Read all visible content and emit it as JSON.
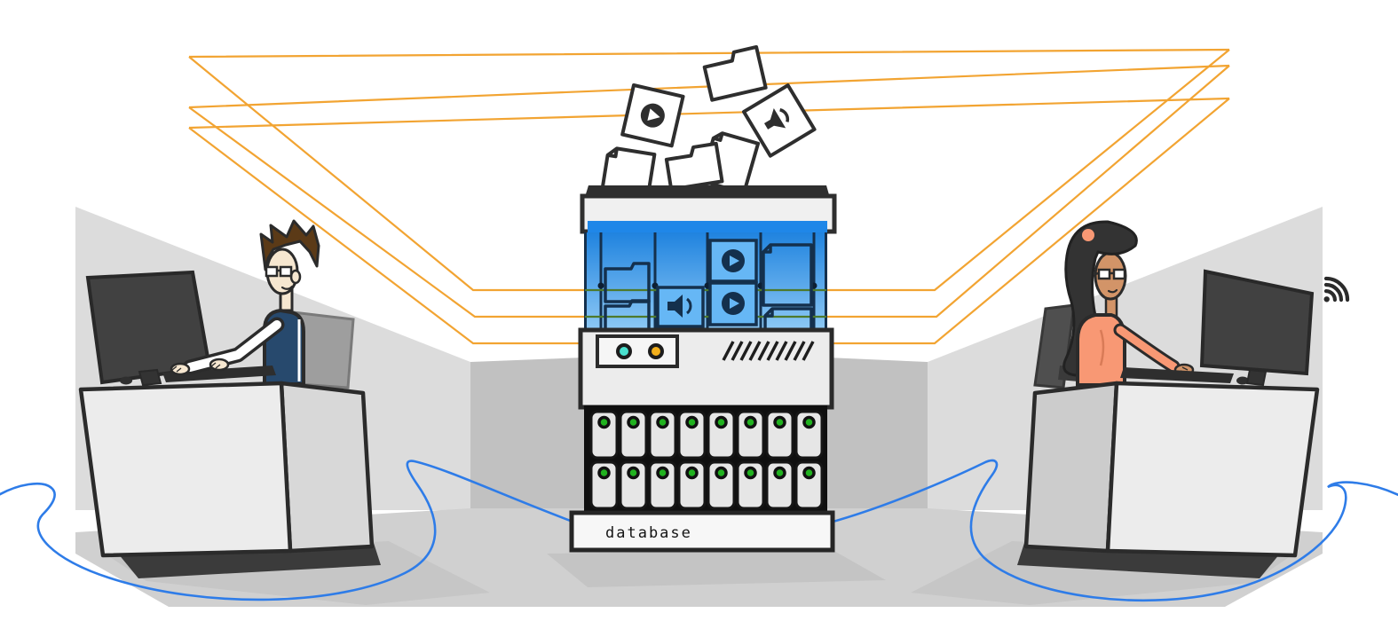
{
  "database_tower": {
    "label": "database",
    "indicator_lights": [
      {
        "name": "teal-indicator",
        "color": "#49E0CE"
      },
      {
        "name": "amber-indicator",
        "color": "#F2AF1C"
      }
    ],
    "drive_bay": {
      "rows": 2,
      "drives_per_row": 8,
      "led_color": "#21B21F"
    },
    "media_panel_tiles": [
      "folder-icon",
      "folder-icon",
      "speaker-icon",
      "play-icon",
      "play-icon",
      "document-icon",
      "document-icon"
    ],
    "falling_files": [
      "document-icon",
      "folder-icon",
      "document-icon",
      "folder-icon",
      "play-file-icon",
      "speaker-file-icon"
    ]
  },
  "left_workstation": {
    "person": "man-with-glasses",
    "equipment": [
      "monitor",
      "keyboard",
      "mouse",
      "chair",
      "desk"
    ]
  },
  "right_workstation": {
    "person": "woman-with-glasses",
    "equipment": [
      "monitor",
      "keyboard",
      "mouse",
      "chair",
      "desk"
    ],
    "wireless": "wifi-icon"
  },
  "connections": {
    "data_funnels": {
      "count": 3,
      "color": "#F2A432"
    },
    "cables": {
      "count": 2,
      "color": "#2E7CE8"
    }
  },
  "colors": {
    "outline": "#2B2B2B",
    "panel_blue_top": "#1F83DF",
    "panel_blue_bottom": "#8FCAF5",
    "panel_blue_strip": "#1F87E8",
    "tile_blue": "#66B7F5",
    "navy": "#14304D",
    "olive_line": "#4E7A2C",
    "wall_light": "#DCDCDC",
    "wall_dark": "#C1C1C1",
    "floor": "#D0D0D0",
    "shadow": "#C4C4C4",
    "desk_front": "#ECECEC",
    "desk_side": "#D8D8D8",
    "plinth": "#3B3B3B",
    "shirt_navy": "#27496D",
    "shirt_salmon": "#F89874",
    "skin_light": "#F6E7D0",
    "skin_tan": "#D29468",
    "hair_brown": "#5B3A17",
    "hair_black": "#333333",
    "drive_body": "#E6E6E6",
    "drive_bay_black": "#0F0F0F"
  }
}
